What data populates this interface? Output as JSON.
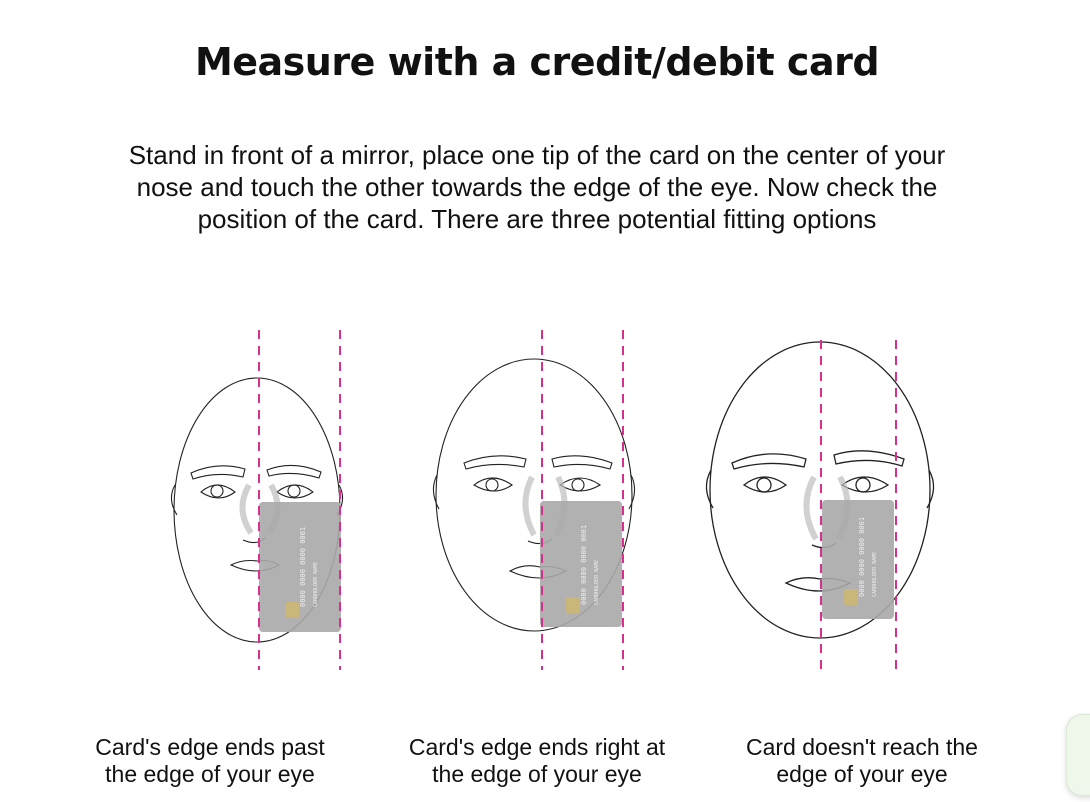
{
  "page": {
    "title": "Measure with a credit/debit card",
    "intro_lines": [
      "Stand in front of a mirror, place one tip of the card on the center of your",
      "nose and touch the other towards the edge of the eye. Now check the",
      "position of the card. There are three potential fitting options"
    ]
  },
  "options": [
    {
      "caption_lines": [
        "Card's edge ends past",
        "the edge of your eye"
      ],
      "illustration": "face-with-card-past-eye"
    },
    {
      "caption_lines": [
        "Card's edge ends right at",
        "the edge of your eye"
      ],
      "illustration": "face-with-card-at-eye"
    },
    {
      "caption_lines": [
        "Card doesn't reach the",
        "edge of your eye"
      ],
      "illustration": "face-with-card-short-of-eye"
    }
  ],
  "colors": {
    "guide_line": "#d6318b",
    "card": "#a9a9a9",
    "chip": "#c9b77a",
    "text": "#111111",
    "chat_bubble": "#eef7ea"
  },
  "icons": [
    "chat-widget-icon"
  ]
}
